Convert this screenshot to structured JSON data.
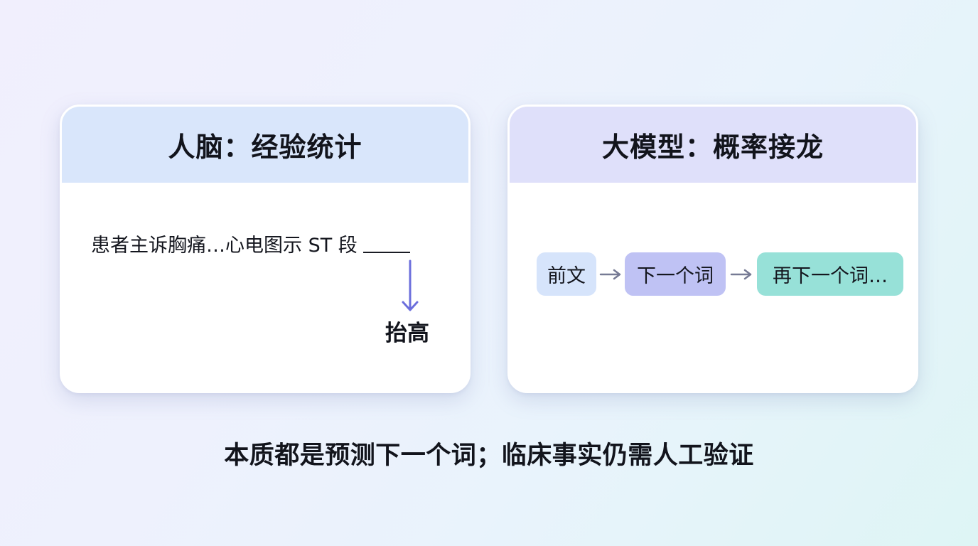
{
  "left_card": {
    "title": "人脑：经验统计",
    "prompt": "患者主诉胸痛…心电图示 ST 段",
    "blank_icon": "fill-in-blank-underline",
    "arrow_icon": "arrow-down-icon",
    "answer": "抬高",
    "header_color": "#d9e6fb",
    "arrow_color": "#6c6fdc"
  },
  "right_card": {
    "title": "大模型：概率接龙",
    "chain": [
      {
        "label": "前文",
        "color": "#d6e4fb"
      },
      {
        "label": "下一个词",
        "color": "#bfc2f4"
      },
      {
        "label": "再下一个词…",
        "color": "#97e1d8"
      }
    ],
    "arrow_icon": "arrow-right-icon",
    "header_color": "#dfe0fa",
    "arrow_color": "#767a94"
  },
  "caption": "本质都是预测下一个词；临床事实仍需人工验证"
}
